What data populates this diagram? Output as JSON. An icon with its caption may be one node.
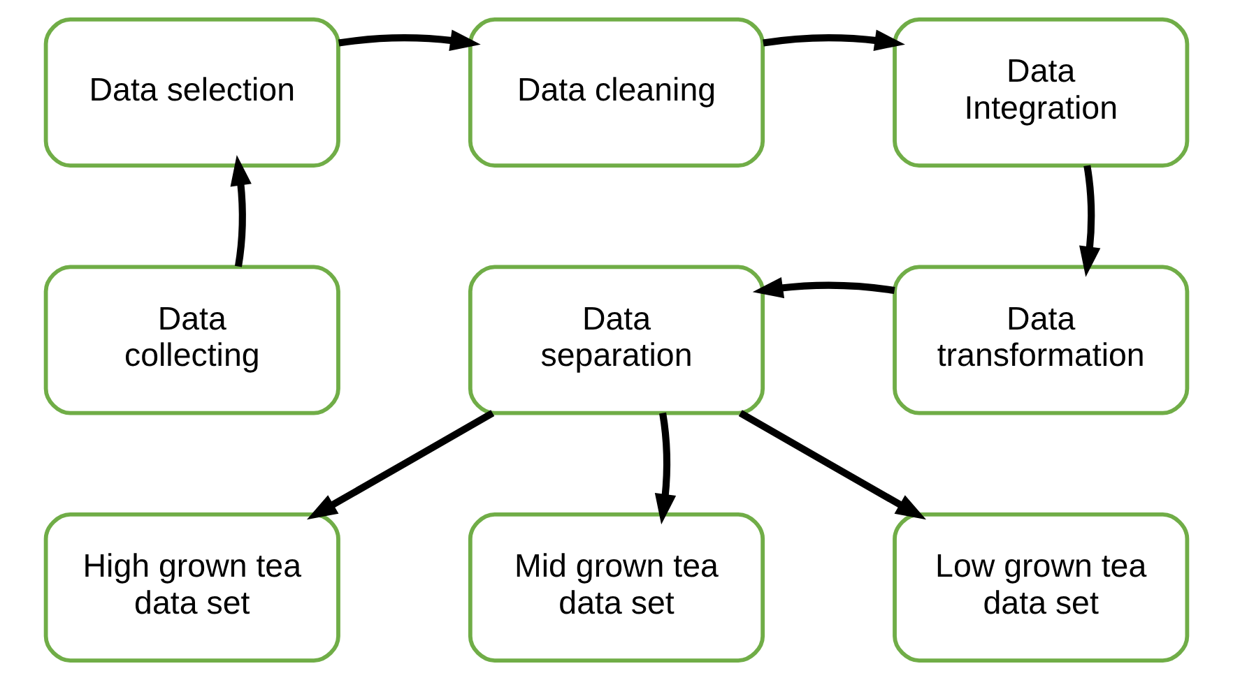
{
  "diagram": {
    "nodes": [
      {
        "text": [
          "Data selection"
        ]
      },
      {
        "text": [
          "Data cleaning"
        ]
      },
      {
        "text": [
          "Data Integration"
        ]
      },
      {
        "text": [
          "Data collecting"
        ]
      },
      {
        "text": [
          "Data separation"
        ]
      },
      {
        "text": [
          "Data transformation"
        ]
      },
      {
        "text": [
          "High grown tea data set"
        ]
      },
      {
        "text": [
          "Mid grown tea data set"
        ]
      },
      {
        "text": [
          "Low grown tea data set"
        ]
      }
    ],
    "edges": [
      {
        "from": 3,
        "to": 0,
        "arrow": "to"
      },
      {
        "from": 0,
        "to": 1,
        "arrow": "to"
      },
      {
        "from": 1,
        "to": 2,
        "arrow": "to"
      },
      {
        "from": 2,
        "to": 5,
        "arrow": "to"
      },
      {
        "from": 5,
        "to": 4,
        "arrow": "to"
      },
      {
        "from": 4,
        "to": 6,
        "arrow": "to"
      },
      {
        "from": 4,
        "to": 7,
        "arrow": "to"
      },
      {
        "from": 4,
        "to": 8,
        "arrow": "to"
      }
    ]
  }
}
